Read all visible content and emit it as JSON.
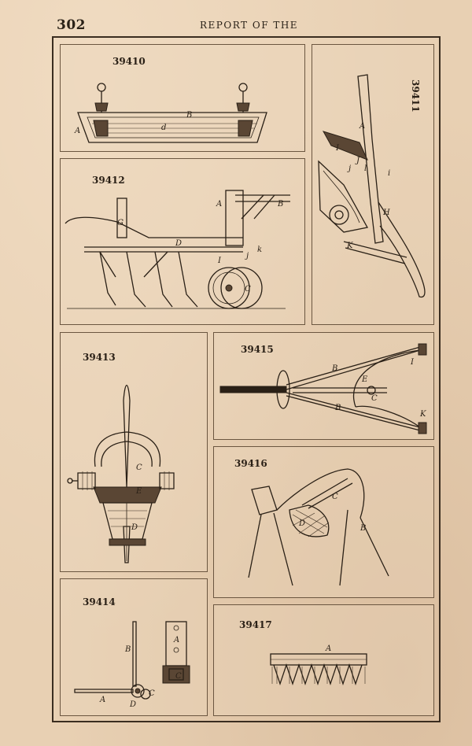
{
  "header": {
    "page_number": "302",
    "running_title": "REPORT OF THE"
  },
  "figures": [
    {
      "id": "39410",
      "labels": [
        "A",
        "B",
        "d"
      ]
    },
    {
      "id": "39411",
      "labels": [
        "A",
        "I",
        "J",
        "j",
        "l",
        "i",
        "H",
        "K"
      ]
    },
    {
      "id": "39412",
      "labels": [
        "A",
        "B",
        "G",
        "D",
        "I",
        "j",
        "k",
        "C"
      ]
    },
    {
      "id": "39413",
      "labels": [
        "C",
        "E",
        "D"
      ]
    },
    {
      "id": "39414",
      "labels": [
        "B",
        "A",
        "C",
        "D",
        "A",
        "C"
      ]
    },
    {
      "id": "39415",
      "labels": [
        "B",
        "E",
        "C",
        "B",
        "I",
        "K"
      ]
    },
    {
      "id": "39416",
      "labels": [
        "C",
        "D",
        "B"
      ]
    },
    {
      "id": "39417",
      "labels": [
        "A"
      ]
    }
  ]
}
